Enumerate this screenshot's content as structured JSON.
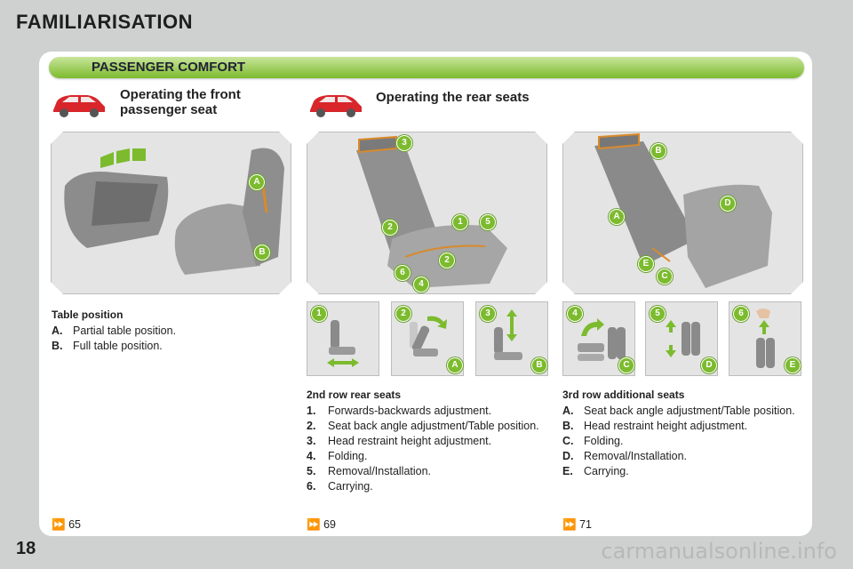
{
  "header": {
    "title": "FAMILIARISATION"
  },
  "page_number": "18",
  "watermark": "carmanualsonline.info",
  "banner": {
    "title": "PASSENGER COMFORT"
  },
  "front": {
    "title_line1": "Operating the front",
    "title_line2": "passenger seat",
    "subheading": "Table position",
    "items": [
      {
        "key": "A.",
        "text": "Partial table position."
      },
      {
        "key": "B.",
        "text": "Full table position."
      }
    ],
    "ref": "65",
    "badges": [
      "A",
      "B"
    ]
  },
  "rear": {
    "title": "Operating the rear seats",
    "row2": {
      "subheading": "2nd row rear seats",
      "items": [
        {
          "key": "1.",
          "text": "Forwards-backwards adjustment."
        },
        {
          "key": "2.",
          "text": "Seat back angle adjustment/Table position."
        },
        {
          "key": "3.",
          "text": "Head restraint height adjustment."
        },
        {
          "key": "4.",
          "text": "Folding."
        },
        {
          "key": "5.",
          "text": "Removal/Installation."
        },
        {
          "key": "6.",
          "text": "Carrying."
        }
      ],
      "ref": "69",
      "badges": [
        "3",
        "2",
        "1",
        "5",
        "2",
        "6",
        "4"
      ]
    },
    "row3": {
      "subheading": "3rd row additional seats",
      "items": [
        {
          "key": "A.",
          "text": "Seat back angle adjustment/Table position."
        },
        {
          "key": "B.",
          "text": "Head restraint height adjustment."
        },
        {
          "key": "C.",
          "text": "Folding."
        },
        {
          "key": "D.",
          "text": "Removal/Installation."
        },
        {
          "key": "E.",
          "text": "Carrying."
        }
      ],
      "ref": "71",
      "badges": [
        "B",
        "D",
        "A",
        "E",
        "C"
      ]
    }
  },
  "thumbs": [
    {
      "num": "1",
      "letter": ""
    },
    {
      "num": "2",
      "letter": "A"
    },
    {
      "num": "3",
      "letter": "B"
    },
    {
      "num": "4",
      "letter": "C"
    },
    {
      "num": "5",
      "letter": "D"
    },
    {
      "num": "6",
      "letter": "E"
    }
  ],
  "icons": {
    "ref": "fast-forward-icon",
    "car": "car-icon"
  },
  "colors": {
    "accent_green": "#7cbb2e",
    "car_red": "#d8262b"
  }
}
